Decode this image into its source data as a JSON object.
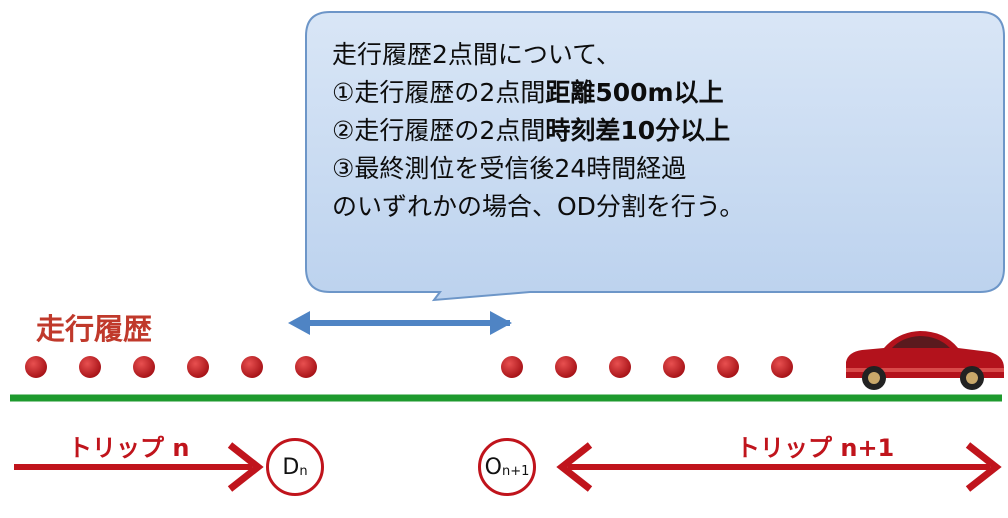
{
  "callout": {
    "line1": "走行履歴2点間について、",
    "line2_prefix": "①走行履歴の2点間",
    "line2_bold": "距離500m以上",
    "line3_prefix": "②走行履歴の2点間",
    "line3_bold": "時刻差10分以上",
    "line4": "③最終測位を受信後24時間経過",
    "line5": "のいずれかの場合、OD分割を行う。"
  },
  "history_label": "走行履歴",
  "trips": {
    "trip_n": "トリップ n",
    "trip_n1": "トリップ n+1"
  },
  "nodes": {
    "d_letter": "D",
    "d_sub": "n",
    "o_letter": "O",
    "o_sub": "n+1"
  },
  "colors": {
    "callout_fill": "#c9dcf2",
    "callout_border": "#6d96c8",
    "gap_arrow": "#4f84c4",
    "points": "#c0141c",
    "road": "#1e9a2e",
    "trip_arrows": "#c0141c",
    "history_label": "#c0392b"
  },
  "icons": {
    "car": "car-icon"
  }
}
